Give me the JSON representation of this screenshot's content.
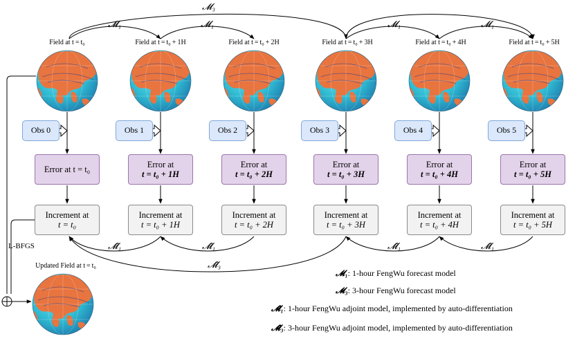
{
  "field_labels": [
    "Field at t = t₀",
    "Field at t = t₀ + 1H",
    "Field at t = t₀ + 2H",
    "Field at t = t₀ + 3H",
    "Field at t = t₀ + 4H",
    "Field at t = t₀ + 5H"
  ],
  "obs_labels": [
    "Obs 0",
    "Obs 1",
    "Obs 2",
    "Obs 3",
    "Obs 4",
    "Obs 5"
  ],
  "error_boxes": [
    {
      "line1": "Error at t = t₀",
      "line2": ""
    },
    {
      "line1": "Error at",
      "line2": "t = t₀ + 1H"
    },
    {
      "line1": "Error at",
      "line2": "t = t₀ + 2H"
    },
    {
      "line1": "Error at",
      "line2": "t = t₀ + 3H"
    },
    {
      "line1": "Error at",
      "line2": "t = t₀ + 4H"
    },
    {
      "line1": "Error at",
      "line2": "t = t₀ + 5H"
    }
  ],
  "increment_boxes": [
    {
      "line1": "Increment at",
      "line2": "t = t₀"
    },
    {
      "line1": "Increment at",
      "line2": "t = t₀ + 1H"
    },
    {
      "line1": "Increment at",
      "line2": "t = t₀ + 2H"
    },
    {
      "line1": "Increment at",
      "line2": "t = t₀ + 3H"
    },
    {
      "line1": "Increment at",
      "line2": "t = t₀ + 4H"
    },
    {
      "line1": "Increment at",
      "line2": "t = t₀ + 5H"
    }
  ],
  "model_labels": {
    "m1": "𝓜₁",
    "m3": "𝓜₃",
    "m1_adj": "𝓜̂₁",
    "m3_adj": "𝓜̂₃"
  },
  "lbfgs_label": "L-BFGS",
  "updated_field_label": "Updated Field at t = t₀",
  "legend": [
    {
      "symbol": "𝓜₁",
      "text": ": 1-hour FengWu forecast model"
    },
    {
      "symbol": "𝓜₃",
      "text": ": 3-hour FengWu forecast model"
    },
    {
      "symbol": "𝓜̂₁",
      "text": ": 1-hour FengWu adjoint model, implemented by auto-differentiation"
    },
    {
      "symbol": "𝓜̂₃",
      "text": ": 3-hour FengWu adjoint model, implemented by auto-differentiation"
    }
  ],
  "colors": {
    "obs_fill": "#dbe8fb",
    "error_fill": "#e3d3ea",
    "increment_fill": "#f2f2f2",
    "ocean": "#35c1d6",
    "land": "#e8743f"
  }
}
